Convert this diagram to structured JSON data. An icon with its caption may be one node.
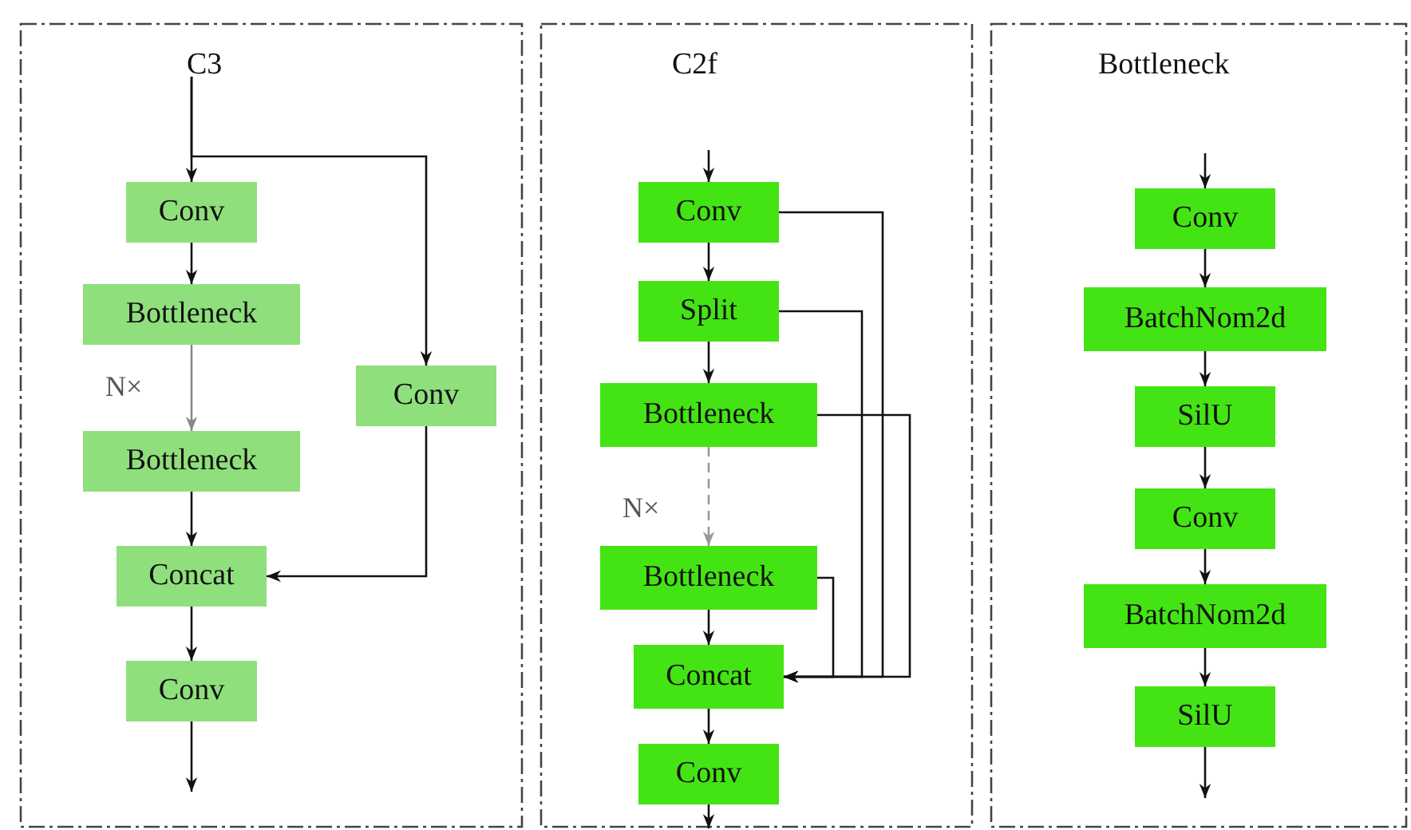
{
  "diagram": {
    "nodes": [
      {
        "text": [
          "C3"
        ]
      },
      {
        "text": [
          "Conv"
        ],
        "in": 0
      },
      {
        "text": [
          "Bottleneck"
        ],
        "in": 0
      },
      {
        "text": [
          "Bottleneck"
        ],
        "in": 0
      },
      {
        "text": [
          "Conv"
        ],
        "in": 0
      },
      {
        "text": [
          "Concat"
        ],
        "in": 0
      },
      {
        "text": [
          "Conv"
        ],
        "in": 0
      },
      {
        "text": [
          "C2f"
        ]
      },
      {
        "text": [
          "Conv"
        ],
        "in": 7
      },
      {
        "text": [
          "Split"
        ],
        "in": 7
      },
      {
        "text": [
          "Bottleneck"
        ],
        "in": 7
      },
      {
        "text": [
          "Bottleneck"
        ],
        "in": 7
      },
      {
        "text": [
          "Concat"
        ],
        "in": 7
      },
      {
        "text": [
          "Conv"
        ],
        "in": 7
      },
      {
        "text": [
          "Bottleneck"
        ]
      },
      {
        "text": [
          "Conv"
        ],
        "in": 14
      },
      {
        "text": [
          "BatchNom2d"
        ],
        "in": 14
      },
      {
        "text": [
          "SilU"
        ],
        "in": 14
      },
      {
        "text": [
          "Conv"
        ],
        "in": 14
      },
      {
        "text": [
          "BatchNom2d"
        ],
        "in": 14
      },
      {
        "text": [
          "SilU"
        ],
        "in": 14
      }
    ],
    "edges": [
      {
        "from": null,
        "to": 1,
        "arrow": "to"
      },
      {
        "from": null,
        "to": 4,
        "arrow": "to"
      },
      {
        "from": 1,
        "to": 2,
        "arrow": "to"
      },
      {
        "from": 2,
        "to": 3,
        "arrow": "to",
        "color": "#888888"
      },
      {
        "from": 3,
        "to": 5,
        "arrow": "to"
      },
      {
        "from": 4,
        "to": 5,
        "arrow": "to"
      },
      {
        "from": 5,
        "to": 6,
        "arrow": "to"
      },
      {
        "from": 6,
        "to": null,
        "arrow": "to"
      },
      {
        "from": null,
        "to": 8,
        "arrow": "to"
      },
      {
        "from": 8,
        "to": 9,
        "arrow": "to"
      },
      {
        "from": 9,
        "to": 10,
        "arrow": "to"
      },
      {
        "from": 10,
        "to": 11,
        "arrow": "to",
        "style": "dashed",
        "color": "#999999"
      },
      {
        "from": 11,
        "to": 12,
        "arrow": "to"
      },
      {
        "from": 12,
        "to": 13,
        "arrow": "to"
      },
      {
        "from": 13,
        "to": null,
        "arrow": "to"
      },
      {
        "from": 8,
        "to": 12,
        "arrow": "to"
      },
      {
        "from": 9,
        "to": 12,
        "arrow": "to"
      },
      {
        "from": 10,
        "to": 12,
        "arrow": "to"
      },
      {
        "from": 11,
        "to": 12,
        "arrow": "to"
      },
      {
        "from": null,
        "to": 15,
        "arrow": "to"
      },
      {
        "from": 15,
        "to": 16,
        "arrow": "to"
      },
      {
        "from": 16,
        "to": 17,
        "arrow": "to"
      },
      {
        "from": 17,
        "to": 18,
        "arrow": "to"
      },
      {
        "from": 18,
        "to": 19,
        "arrow": "to"
      },
      {
        "from": 19,
        "to": 20,
        "arrow": "to"
      },
      {
        "from": 20,
        "to": null,
        "arrow": "to"
      }
    ],
    "labels": [
      "N×",
      "N×"
    ]
  }
}
